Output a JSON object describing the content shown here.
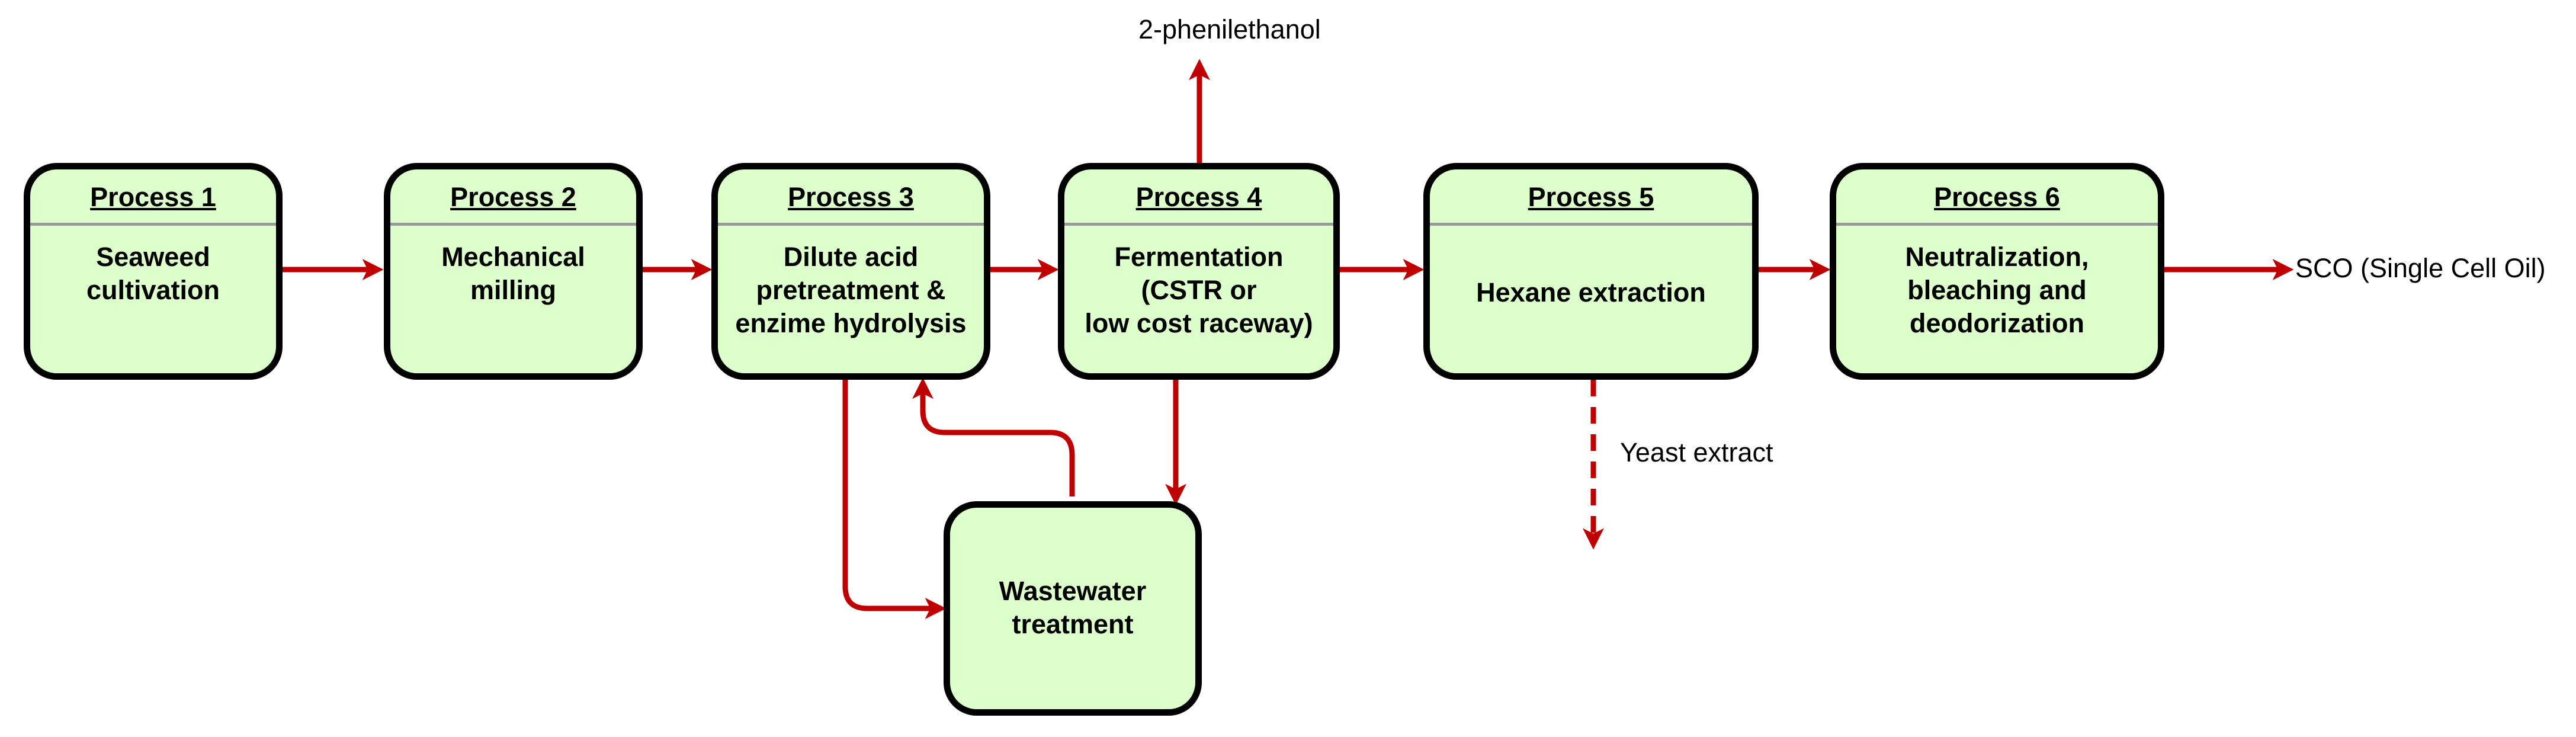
{
  "colors": {
    "box_fill": "#ddffcc",
    "box_border": "#000000",
    "arrow": "#c00000",
    "separator": "#9a9a9a"
  },
  "processes": [
    {
      "title": "Process 1",
      "body": "Seaweed\ncultivation"
    },
    {
      "title": "Process 2",
      "body": "Mechanical\nmilling"
    },
    {
      "title": "Process 3",
      "body": "Dilute acid\npretreatment &\nenzime hydrolysis"
    },
    {
      "title": "Process 4",
      "body": "Fermentation\n(CSTR or\nlow cost raceway)"
    },
    {
      "title": "Process 5",
      "body": "Hexane extraction"
    },
    {
      "title": "Process 6",
      "body": "Neutralization,\nbleaching and\ndeodorization"
    }
  ],
  "wastewater": {
    "body": "Wastewater\ntreatment"
  },
  "outputs": {
    "byproduct": "2-phenilethanol",
    "yeast": "Yeast extract",
    "product": "SCO (Single Cell Oil)"
  }
}
